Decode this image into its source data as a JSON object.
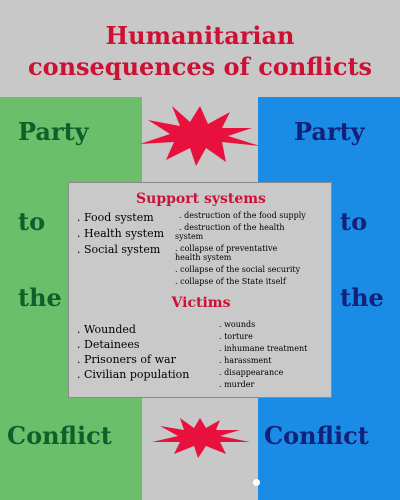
{
  "title": {
    "line1": "Humanitarian",
    "line2": "consequences of conflicts"
  },
  "left_column": {
    "words": [
      "Party",
      "to",
      "the",
      "Conflict"
    ],
    "color": "#6bbf6b",
    "text_color": "#0f5f2a"
  },
  "right_column": {
    "words": [
      "Party",
      "to",
      "the",
      "Conflict"
    ],
    "color": "#1a8ce6",
    "text_color": "#12217a"
  },
  "burst_color": "#e8103c",
  "support_systems": {
    "heading": "Support systems",
    "items": [
      ". Food system",
      ". Health system",
      ". Social system"
    ],
    "effects": [
      ". destruction of the food supply",
      ". destruction of the health",
      "system",
      ". collapse of preventative",
      "health system",
      ". collapse of the social security",
      ". collapse of the State itself"
    ]
  },
  "victims": {
    "heading": "Victims",
    "items": [
      ". Wounded",
      ". Detainees",
      ". Prisoners of war",
      ". Civilian population"
    ],
    "effects": [
      ". wounds",
      ". torture",
      ". inhumane treatment",
      ". harassment",
      ". disappearance",
      ". murder"
    ]
  }
}
